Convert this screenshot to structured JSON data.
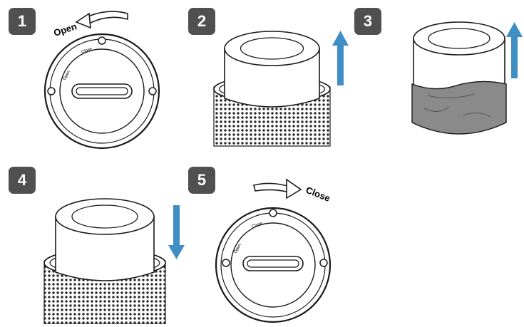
{
  "steps": [
    {
      "number": "1",
      "direction_label": "Open",
      "dial_labels": {
        "open": "Open",
        "close": "Close"
      }
    },
    {
      "number": "2"
    },
    {
      "number": "3"
    },
    {
      "number": "4"
    },
    {
      "number": "5",
      "direction_label": "Close",
      "dial_labels": {
        "open": "Open",
        "close": "Close"
      }
    }
  ],
  "colors": {
    "badge": "#505050",
    "arrow_blue": "#3f8fc4",
    "outline": "#1a1a1a",
    "filter_gray": "#8a8a8a"
  },
  "icons": [
    "curved-arrow-left-icon",
    "curved-arrow-right-icon",
    "up-arrow-icon",
    "down-arrow-icon",
    "lock-icon"
  ]
}
